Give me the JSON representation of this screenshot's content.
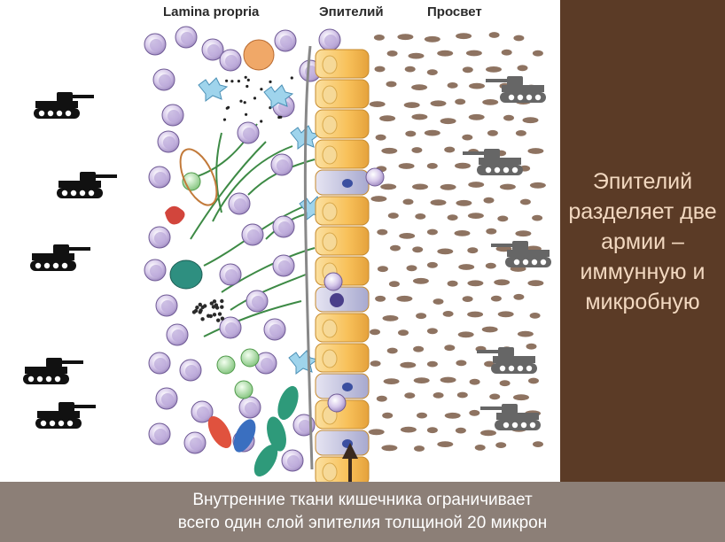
{
  "labels": {
    "lamina_propria": "Lamina propria",
    "epithelium": "Эпителий",
    "lumen": "Просвет"
  },
  "panel": {
    "text": "Эпителий разделяет две армии – иммунную и микробную"
  },
  "banner": {
    "line1": "Внутренние ткани кишечника ограничивает",
    "line2": "всего один слой эпителия толщиной 20 микрон"
  },
  "colors": {
    "panel_bg": "#5b3b26",
    "panel_text": "#f2d8c0",
    "banner_bg": "#8c7f77",
    "immune_cell": "#c9b8e0",
    "epithelial_cell": "#f9c768",
    "bacteria": "#7a5a45",
    "immune_tank": "#111111",
    "microbe_tank": "#6a6a6a"
  },
  "icons": {
    "immune_army": "tank-icon",
    "microbial_army": "tank-icon"
  }
}
